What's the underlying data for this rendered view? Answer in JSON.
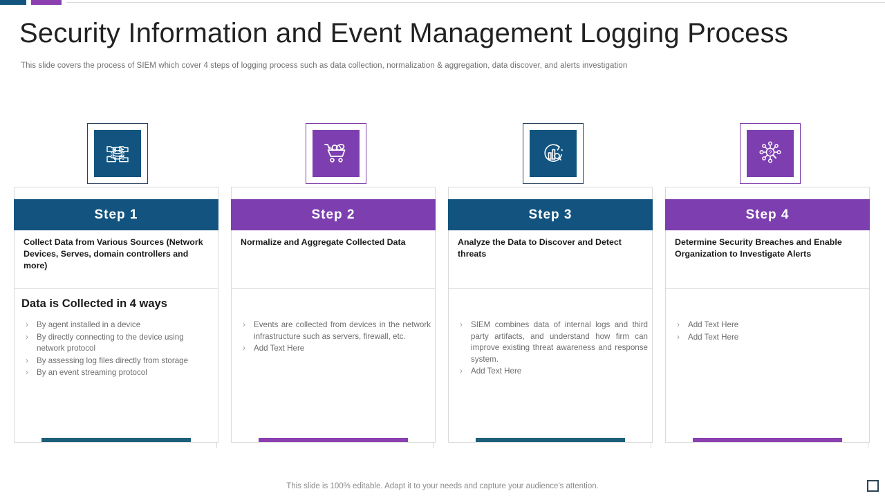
{
  "header": {
    "title": "Security Information and Event Management Logging Process",
    "subtitle": "This slide covers the process of SIEM which cover 4 steps of logging process such as data collection, normalization & aggregation, data discover, and alerts investigation"
  },
  "colors": {
    "blue": "#12547f",
    "purple": "#7d3fb0",
    "accent_blue": "#1d5f7a",
    "accent_purple": "#8c3fb0",
    "top_bar_blue": "#14557f",
    "top_bar_purple": "#8c3fb0",
    "body_text": "#6d6d6d",
    "heading_text": "#1a1a1a"
  },
  "steps": [
    {
      "icon": "database-collection-icon",
      "theme": "blue",
      "label": "Step 1",
      "description": "Collect Data from Various  Sources (Network Devices, Serves, domain controllers and more)",
      "body_heading": "Data is Collected in 4 ways",
      "bullets": [
        "By agent  installed in a device",
        "By directly connecting to the device  using network protocol",
        "By assessing log files directly from  storage",
        "By an event  streaming  protocol"
      ]
    },
    {
      "icon": "shopping-cart-icon",
      "theme": "purple",
      "label": "Step 2",
      "description": "Normalize and Aggregate Collected Data",
      "body_heading": "",
      "bullets": [
        "Events  are  collected  from devices  in the network infrastructure  such as servers, firewall,  etc.",
        "Add Text Here"
      ]
    },
    {
      "icon": "chart-search-icon",
      "theme": "blue",
      "label": "Step 3",
      "description": "Analyze the Data to Discover and Detect threats",
      "body_heading": "",
      "bullets": [
        "SIEM combines  data of internal  logs and third party  artifacts, and understand  how firm can improve  existing threat awareness  and response  system.",
        "Add Text Here"
      ]
    },
    {
      "icon": "network-question-icon",
      "theme": "purple",
      "label": "Step 4",
      "description": "Determine Security Breaches and Enable Organization to Investigate Alerts",
      "body_heading": "",
      "bullets": [
        "Add Text Here",
        "Add Text Here"
      ]
    }
  ],
  "footer": {
    "note": "This slide is 100% editable. Adapt it to your needs and capture your audience's attention."
  }
}
